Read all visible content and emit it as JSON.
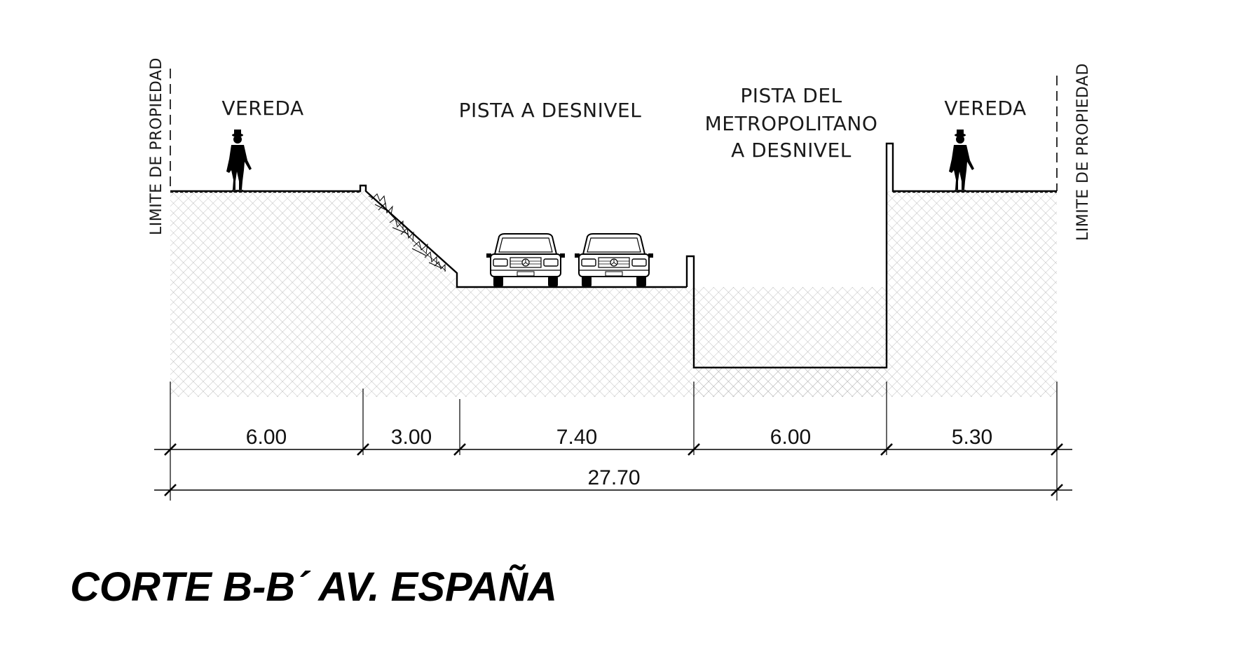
{
  "labels": {
    "vereda_left": "VEREDA",
    "pista_desnivel": "PISTA A DESNIVEL",
    "metro_line1": "PISTA DEL",
    "metro_line2": "METROPOLITANO",
    "metro_line3": "A DESNIVEL",
    "vereda_right": "VEREDA",
    "limite_left": "LIMITE DE PROPIEDAD",
    "limite_right": "LIMITE DE PROPIEDAD"
  },
  "dimensions": {
    "segments": [
      "6.00",
      "3.00",
      "7.40",
      "6.00",
      "5.30"
    ],
    "total": "27.70"
  },
  "title": "CORTE B-B´  AV. ESPAÑA",
  "colors": {
    "line": "#000000",
    "hatch": "#b8b8b8"
  },
  "icons": [
    "pedestrian-icon",
    "car-front-icon",
    "vegetation-icon"
  ]
}
